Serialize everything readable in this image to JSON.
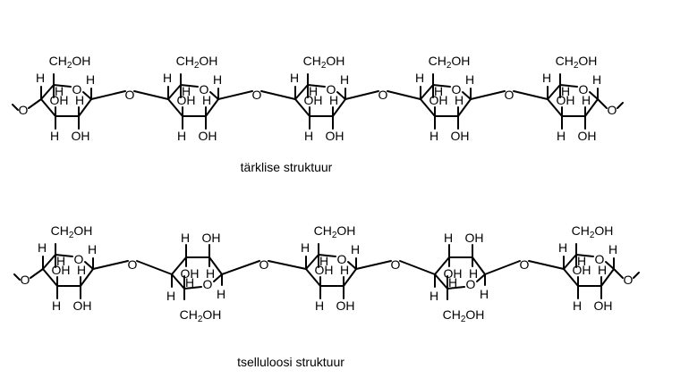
{
  "structures": [
    {
      "caption": "tärklise struktuur",
      "units": [
        {
          "orientation": "up",
          "labels": {
            "ch2": "CH",
            "sub": "2",
            "oh_suffix": "OH",
            "ring_o": "O",
            "h_c5": "H",
            "h_c4": "H",
            "h_c1": "H",
            "h_c3": "H",
            "oh_c3": "OH",
            "h_c2": "H",
            "oh_c2": "OH"
          }
        },
        {
          "orientation": "up",
          "labels": {
            "ch2": "CH",
            "sub": "2",
            "oh_suffix": "OH",
            "ring_o": "O",
            "h_c5": "H",
            "h_c4": "H",
            "h_c1": "H",
            "h_c3": "H",
            "oh_c3": "OH",
            "h_c2": "H",
            "oh_c2": "OH"
          }
        },
        {
          "orientation": "up",
          "labels": {
            "ch2": "CH",
            "sub": "2",
            "oh_suffix": "OH",
            "ring_o": "O",
            "h_c5": "H",
            "h_c4": "H",
            "h_c1": "H",
            "h_c3": "H",
            "oh_c3": "OH",
            "h_c2": "H",
            "oh_c2": "OH"
          }
        },
        {
          "orientation": "up",
          "labels": {
            "ch2": "CH",
            "sub": "2",
            "oh_suffix": "OH",
            "ring_o": "O",
            "h_c5": "H",
            "h_c4": "H",
            "h_c1": "H",
            "h_c3": "H",
            "oh_c3": "OH",
            "h_c2": "H",
            "oh_c2": "OH"
          }
        },
        {
          "orientation": "up",
          "labels": {
            "ch2": "CH",
            "sub": "2",
            "oh_suffix": "OH",
            "ring_o": "O",
            "h_c5": "H",
            "h_c4": "H",
            "h_c1": "H",
            "h_c3": "H",
            "oh_c3": "OH",
            "h_c2": "H",
            "oh_c2": "OH"
          }
        }
      ],
      "linkers": [
        "O",
        "O",
        "O",
        "O"
      ],
      "end_left": "O",
      "end_right": "O"
    },
    {
      "caption": "tselluloosi struktuur",
      "units": [
        {
          "orientation": "up",
          "labels": {
            "ch2": "CH",
            "sub": "2",
            "oh_suffix": "OH",
            "ring_o": "O",
            "h_c5": "H",
            "h_c4": "H",
            "h_c1": "H",
            "h_c3": "H",
            "oh_c3": "OH",
            "h_c2": "H",
            "oh_c2": "OH"
          }
        },
        {
          "orientation": "down",
          "labels": {
            "ch2": "CH",
            "sub": "2",
            "oh_suffix": "OH",
            "ring_o": "O",
            "h_c5": "H",
            "h_c4": "H",
            "h_c1": "H",
            "h_c3": "H",
            "oh_c3": "OH",
            "h_c2": "H",
            "oh_c2": "OH"
          }
        },
        {
          "orientation": "up",
          "labels": {
            "ch2": "CH",
            "sub": "2",
            "oh_suffix": "OH",
            "ring_o": "O",
            "h_c5": "H",
            "h_c4": "H",
            "h_c1": "H",
            "h_c3": "H",
            "oh_c3": "OH",
            "h_c2": "H",
            "oh_c2": "OH"
          }
        },
        {
          "orientation": "down",
          "labels": {
            "ch2": "CH",
            "sub": "2",
            "oh_suffix": "OH",
            "ring_o": "O",
            "h_c5": "H",
            "h_c4": "H",
            "h_c1": "H",
            "h_c3": "H",
            "oh_c3": "OH",
            "h_c2": "H",
            "oh_c2": "OH"
          }
        },
        {
          "orientation": "up",
          "labels": {
            "ch2": "CH",
            "sub": "2",
            "oh_suffix": "OH",
            "ring_o": "O",
            "h_c5": "H",
            "h_c4": "H",
            "h_c1": "H",
            "h_c3": "H",
            "oh_c3": "OH",
            "h_c2": "H",
            "oh_c2": "OH"
          }
        }
      ],
      "linkers": [
        "O",
        "O",
        "O",
        "O"
      ],
      "end_left": "O",
      "end_right": "O"
    }
  ]
}
